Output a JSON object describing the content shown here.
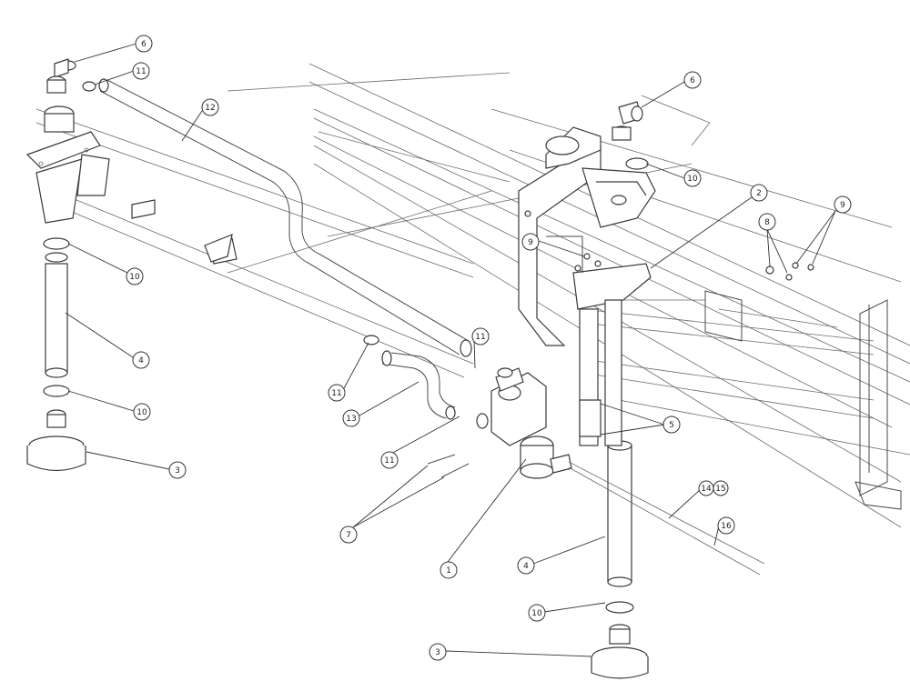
{
  "callouts": [
    {
      "id": "c-6-left",
      "label": "6"
    },
    {
      "id": "c-11-top",
      "label": "11"
    },
    {
      "id": "c-12",
      "label": "12"
    },
    {
      "id": "c-6-right",
      "label": "6"
    },
    {
      "id": "c-10-right",
      "label": "10"
    },
    {
      "id": "c-2",
      "label": "2"
    },
    {
      "id": "c-9-right",
      "label": "9"
    },
    {
      "id": "c-8",
      "label": "8"
    },
    {
      "id": "c-9-center",
      "label": "9"
    },
    {
      "id": "c-10-left",
      "label": "10"
    },
    {
      "id": "c-4-left",
      "label": "4"
    },
    {
      "id": "c-10-left-low",
      "label": "10"
    },
    {
      "id": "c-3-left",
      "label": "3"
    },
    {
      "id": "c-11-mid",
      "label": "11"
    },
    {
      "id": "c-11-right",
      "label": "11"
    },
    {
      "id": "c-13",
      "label": "13"
    },
    {
      "id": "c-11-low",
      "label": "11"
    },
    {
      "id": "c-5",
      "label": "5"
    },
    {
      "id": "c-7",
      "label": "7"
    },
    {
      "id": "c-1",
      "label": "1"
    },
    {
      "id": "c-14-15",
      "label": "14|15"
    },
    {
      "id": "c-16",
      "label": "16"
    },
    {
      "id": "c-4-bottom",
      "label": "4"
    },
    {
      "id": "c-10-bottom",
      "label": "10"
    },
    {
      "id": "c-3-bottom",
      "label": "3"
    }
  ]
}
